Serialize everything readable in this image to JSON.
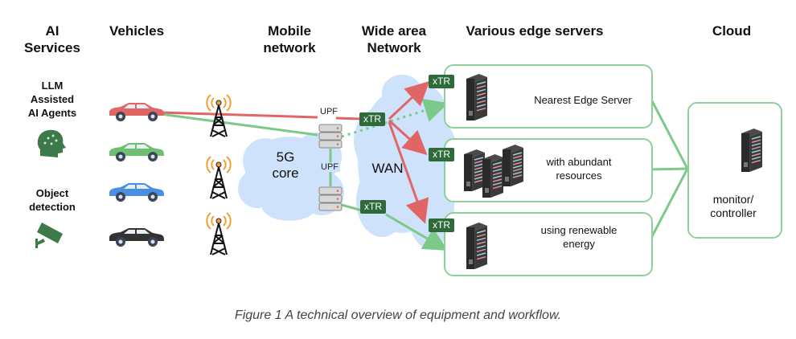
{
  "headers": {
    "ai_services": "AI\nServices",
    "vehicles": "Vehicles",
    "mobile_network": "Mobile\nnetwork",
    "wan": "Wide area\nNetwork",
    "edge_servers": "Various edge servers",
    "cloud": "Cloud"
  },
  "services": [
    {
      "label": "LLM\nAssisted\nAI Agents",
      "icon": "brain-head-icon"
    },
    {
      "label": "Object\ndetection",
      "icon": "security-camera-icon"
    }
  ],
  "vehicles": [
    {
      "icon": "car-icon",
      "color": "#e06666"
    },
    {
      "icon": "car-icon",
      "color": "#6fbf73"
    },
    {
      "icon": "car-icon",
      "color": "#4a90e2"
    },
    {
      "icon": "car-icon",
      "color": "#333333"
    }
  ],
  "mobile_network": {
    "cloud_label": "5G\ncore",
    "upf_labels": [
      "UPF",
      "UPF"
    ]
  },
  "wan": {
    "cloud_label": "WAN",
    "xtr_label": "xTR"
  },
  "edge_servers": [
    {
      "label": "Nearest Edge Server",
      "xtr": "xTR"
    },
    {
      "label": "with abundant\nresources",
      "xtr": "xTR"
    },
    {
      "label": "using renewable\nenergy",
      "xtr": "xTR"
    }
  ],
  "cloud": {
    "label": "monitor/\ncontroller"
  },
  "colors": {
    "red_path": "#e06666",
    "green_path": "#7cc98a",
    "xtr_bg": "#2f6b3a",
    "cloud_fill": "#cfe2fb",
    "box_border": "#8fd09a",
    "icon_green": "#3d7a4a",
    "tower_signal": "#f0a030"
  },
  "caption": "Figure 1 A technical overview of equipment and workflow."
}
